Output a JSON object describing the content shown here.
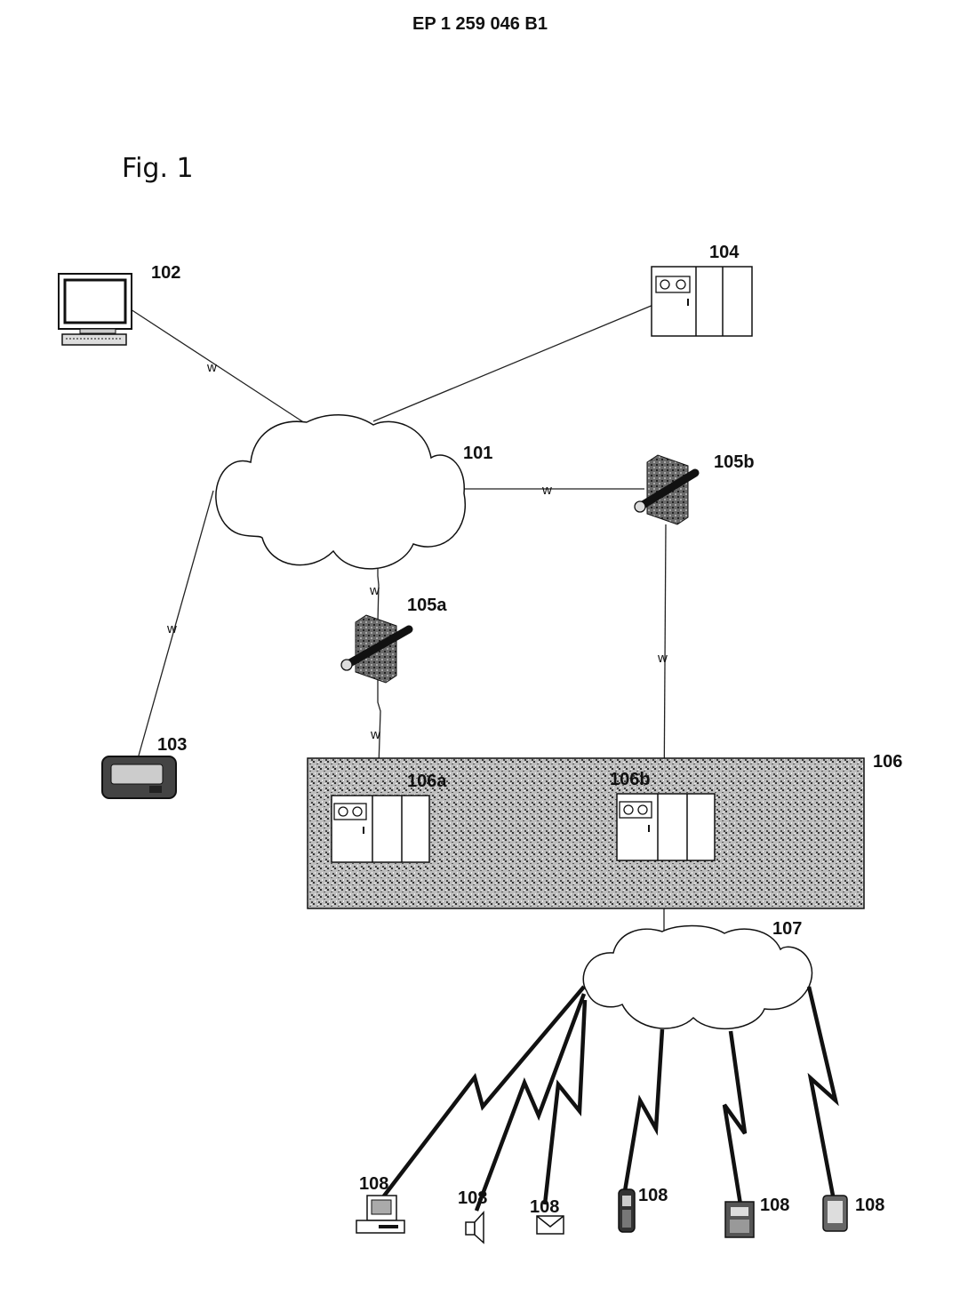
{
  "header": {
    "doc_number": "EP 1 259 046 B1"
  },
  "figure": {
    "title": "Fig. 1"
  },
  "labels": {
    "internet_cloud": "101",
    "computer": "102",
    "pager": "103",
    "server": "104",
    "firewall_a": "105a",
    "firewall_b": "105b",
    "server_cluster": "106",
    "server_a": "106a",
    "server_b": "106b",
    "mobile_network": "107",
    "device": "108"
  },
  "link_marker": "w"
}
